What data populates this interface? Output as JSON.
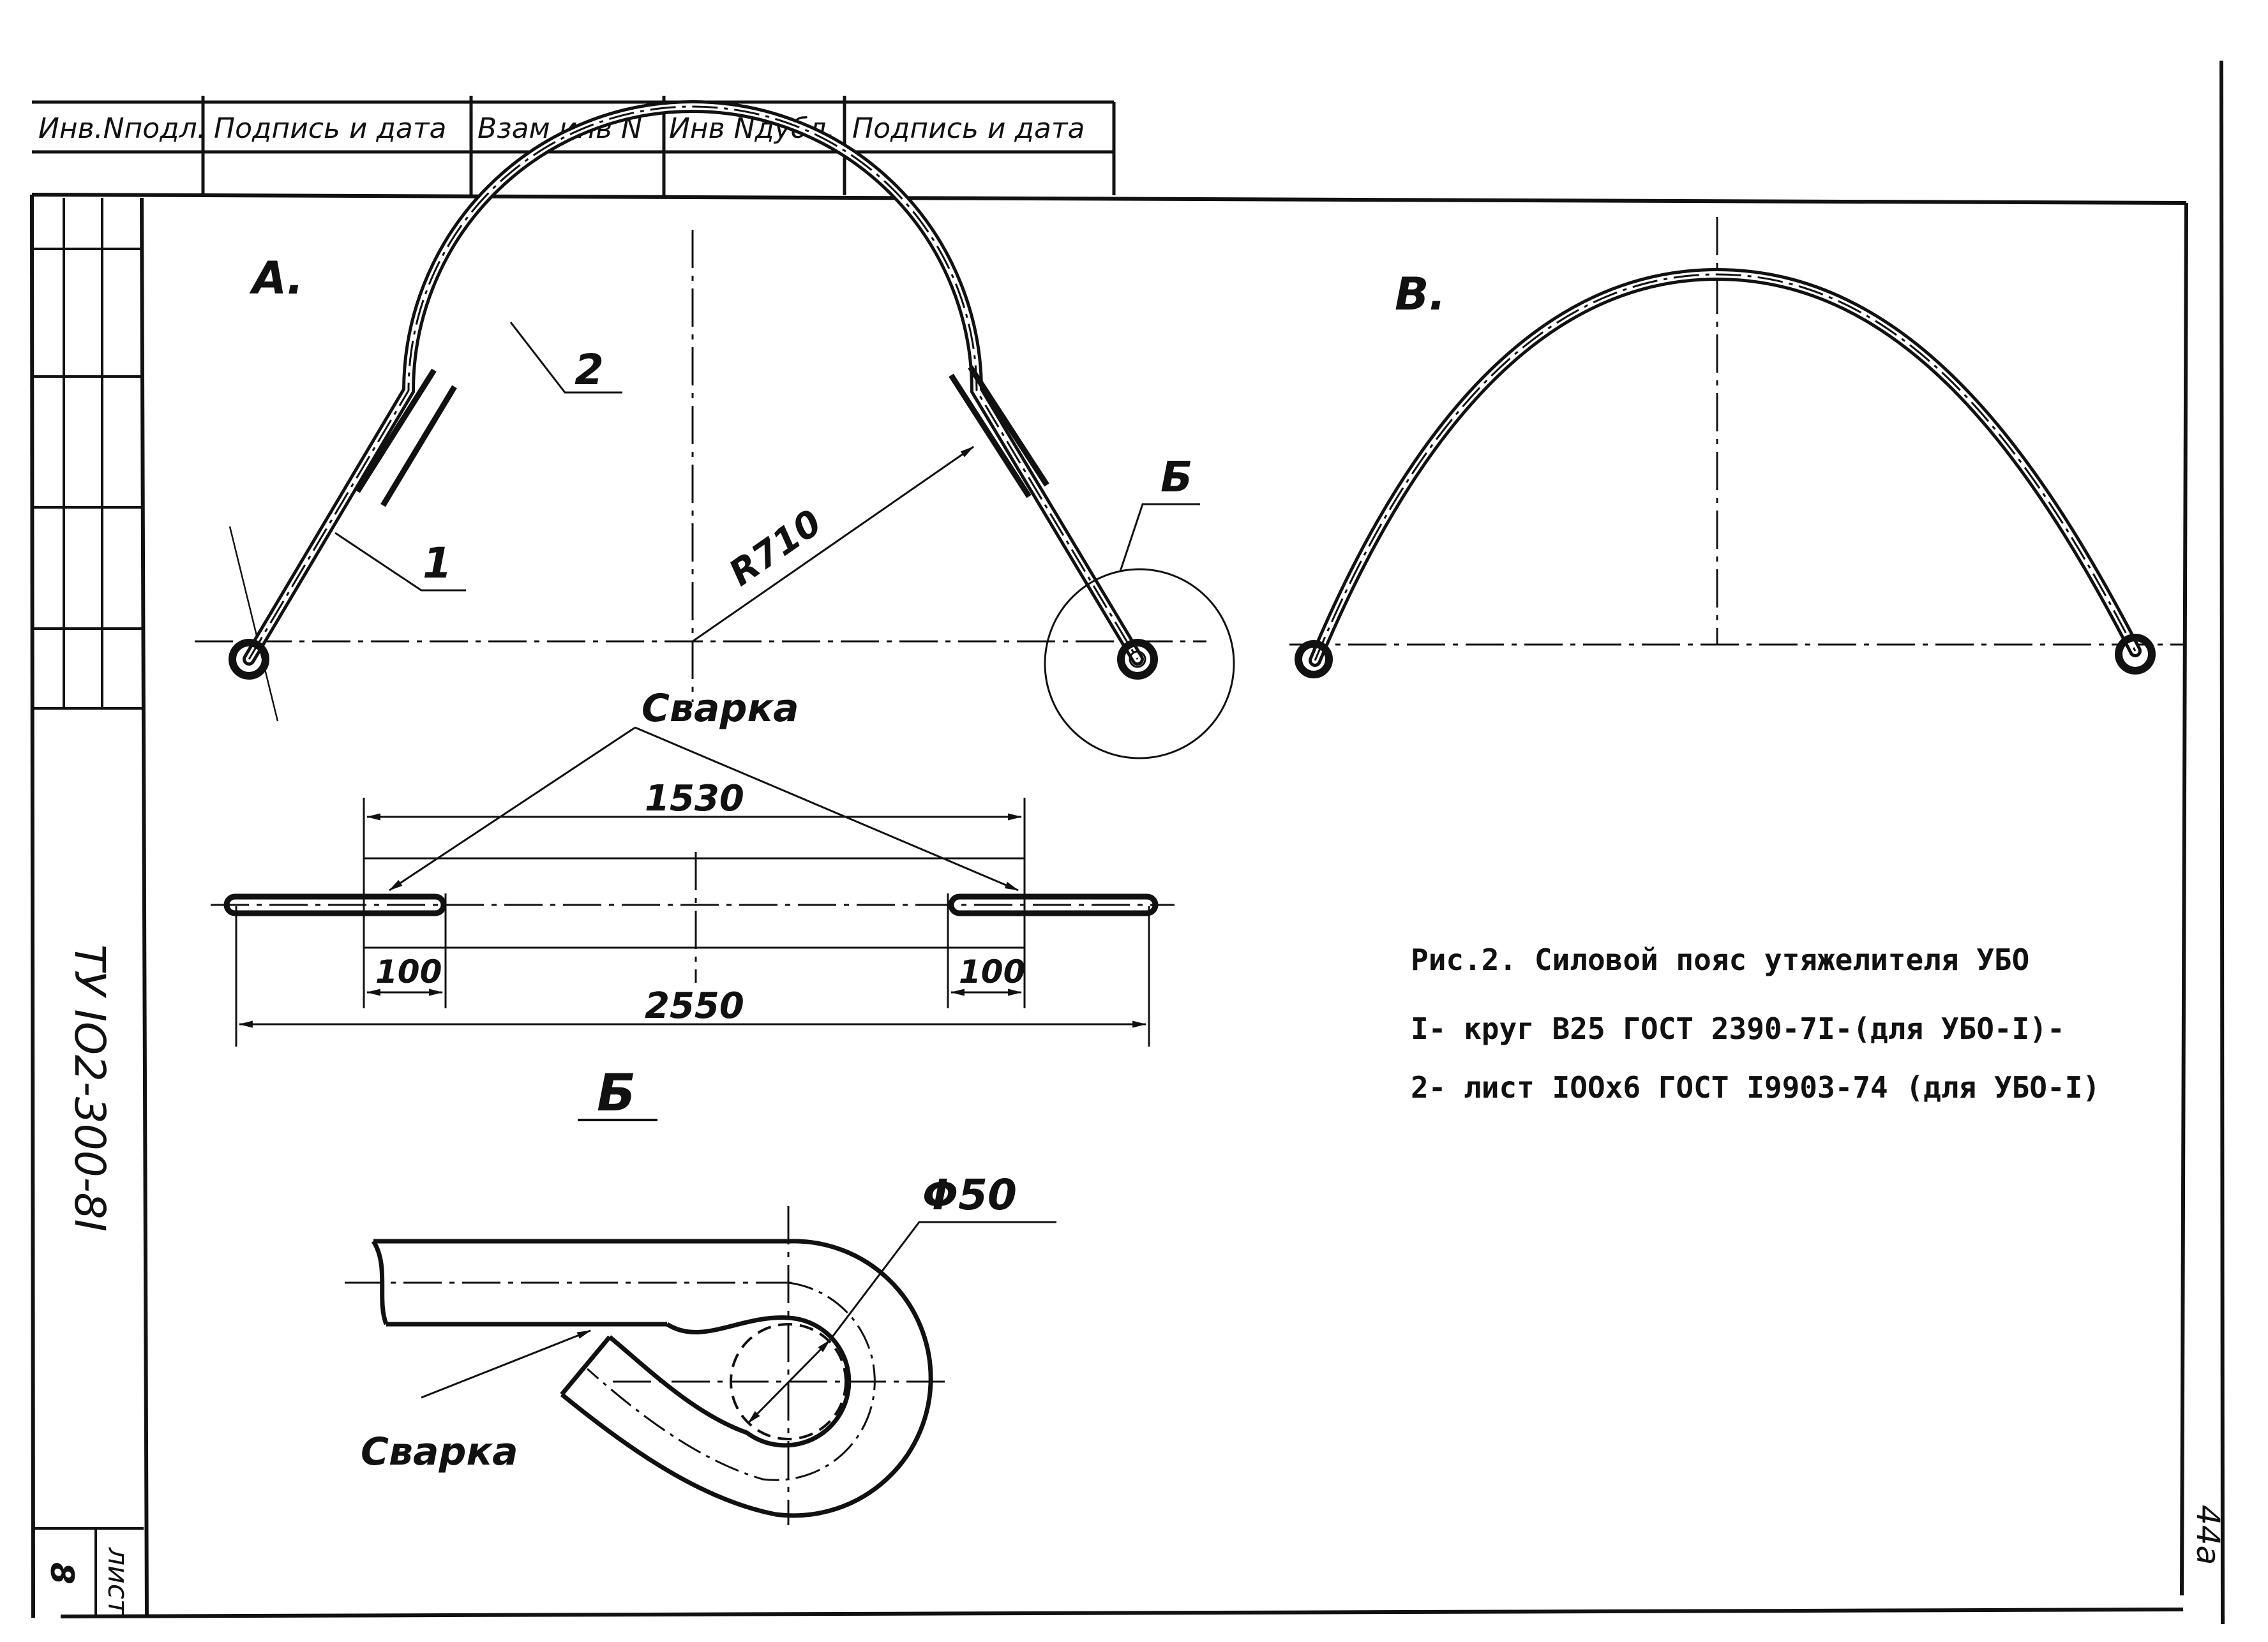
{
  "title_block": {
    "headers": [
      "Инв.Nподл.",
      "Подпись и дата",
      "Взам инв N",
      "Инв Nдубл.",
      "Подпись и дата"
    ]
  },
  "side": {
    "doc_code": "ТУ IO2-300-8I",
    "sheet_label": "лист",
    "sheet_number": "8",
    "page_mark": "44а"
  },
  "view_a": {
    "label": "А.",
    "radius": "R710",
    "callout_1": "1",
    "callout_2": "2",
    "detail_ref": "Б"
  },
  "view_b": {
    "label": "В."
  },
  "flat": {
    "weld_label": "Сварка",
    "dim_inner": "1530",
    "dim_total": "2550",
    "dim_left_overlap": "100",
    "dim_right_overlap": "100"
  },
  "detail": {
    "title": "Б",
    "diameter": "Φ50",
    "weld_label": "Сварка"
  },
  "caption": {
    "title": "Рис.2. Силовой пояс утяжелителя УБО",
    "line1": "I- круг В25 ГОСТ 2390-7I-(для УБО-I)-",
    "line2": "2- лист IOOx6 ГОСТ I9903-74 (для УБО-I)"
  }
}
